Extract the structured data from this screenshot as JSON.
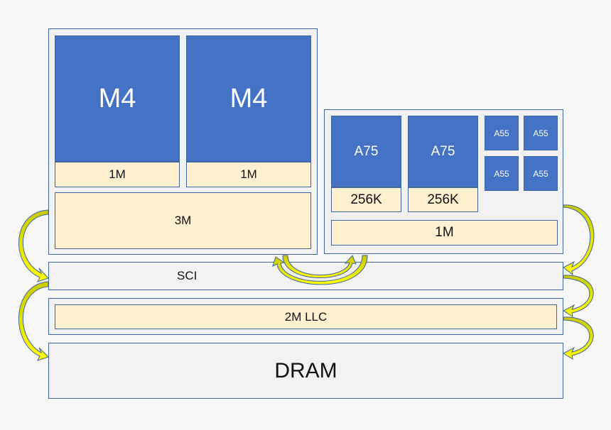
{
  "colors": {
    "core_fill": "#4472c4",
    "cache_fill": "#fff1cf",
    "panel_fill": "#f2f2f2",
    "border": "#41659f",
    "arrow_fill": "#ffff00",
    "arrow_dark": "#c9c900",
    "background": "#f7f7f7"
  },
  "big_cluster": {
    "cores": [
      {
        "label": "M4",
        "cache": "1M"
      },
      {
        "label": "M4",
        "cache": "1M"
      }
    ],
    "shared_cache": "3M"
  },
  "little_cluster": {
    "big_cores": [
      {
        "label": "A75",
        "cache": "256K"
      },
      {
        "label": "A75",
        "cache": "256K"
      }
    ],
    "small_cores": [
      "A55",
      "A55",
      "A55",
      "A55"
    ],
    "shared_cache": "1M"
  },
  "interconnect": {
    "label": "SCI"
  },
  "llc": {
    "label": "2M LLC"
  },
  "memory": {
    "label": "DRAM"
  }
}
